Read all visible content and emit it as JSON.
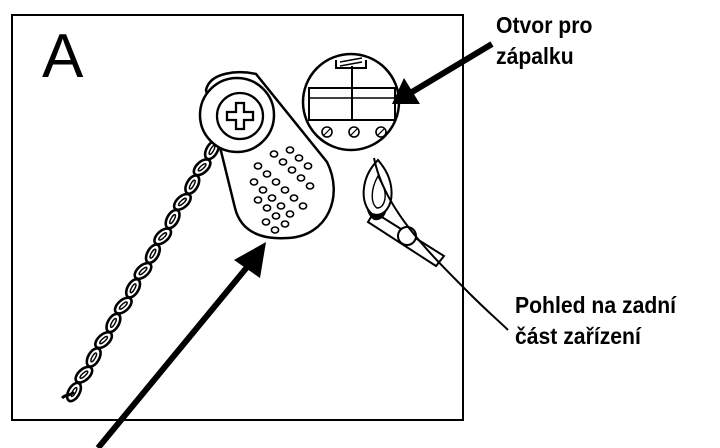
{
  "panel": {
    "letter": "A"
  },
  "callouts": {
    "match_hole": {
      "line1": "Otvor pro",
      "line2": "zápalku"
    },
    "rear_view": {
      "line1": "Pohled na zadní",
      "line2": "část zařízení"
    }
  },
  "icons": [
    "chain-icon",
    "screw-icon",
    "perforated-tag-icon",
    "match-icon",
    "flame-icon"
  ],
  "colors": {
    "ink": "#000000",
    "background": "#ffffff"
  }
}
